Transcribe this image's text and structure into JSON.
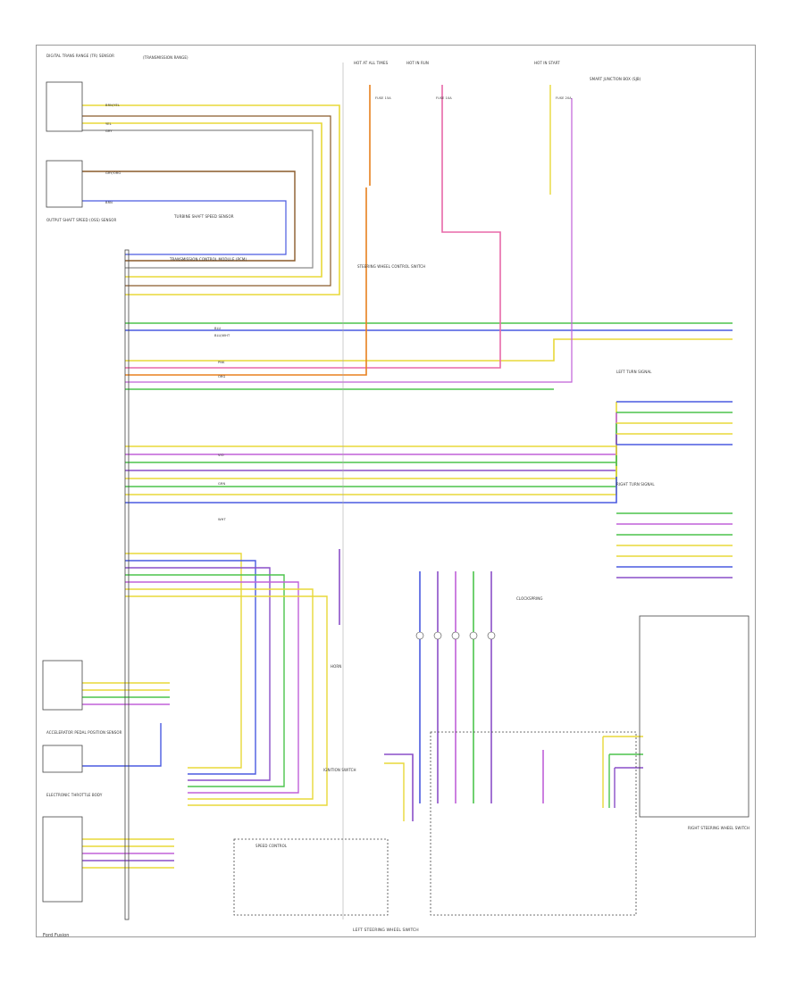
{
  "page": {
    "footer_left": "Ford Fusion",
    "bottom_title": "LEFT STEERING WHEEL SWITCH"
  },
  "components": {
    "tr_sensor": "DIGITAL TRANS RANGE (TR) SENSOR",
    "trans_range": "(TRANSMISSION RANGE)",
    "output_shaft": "OUTPUT SHAFT SPEED (OSS) SENSOR",
    "turbine_speed": "TURBINE SHAFT SPEED SENSOR",
    "tcm": "TRANSMISSION CONTROL MODULE (PCM)",
    "steering_wheel_ctrl": "STEERING WHEEL CONTROL SWITCH",
    "clockspring": "CLOCKSPRING",
    "right_steering_wheel": "RIGHT STEERING WHEEL SWITCH",
    "left_turn": "LEFT TURN SIGNAL",
    "right_turn": "RIGHT TURN SIGNAL",
    "electronic_throttle": "ELECTRONIC THROTTLE BODY",
    "throttle_pedal": "ACCELERATOR PEDAL POSITION SENSOR",
    "speed_control": "SPEED CONTROL",
    "horn": "HORN",
    "ignition_sw": "IGNITION SWITCH",
    "smart_junction": "SMART JUNCTION BOX (SJB)",
    "hot_at_all": "HOT AT ALL TIMES",
    "hot_in_run": "HOT IN RUN",
    "hot_in_start": "HOT IN START",
    "fuse_15a": "FUSE 15A",
    "fuse_10a": "FUSE 10A",
    "fuse_20a": "FUSE 20A"
  },
  "wire_colors": {
    "brn_yel": "BRN/YEL",
    "yel": "YEL",
    "gry": "GRY",
    "gry_org": "GRY/ORG",
    "brn": "BRN",
    "blu": "BLU",
    "blu_wht": "BLU/WHT",
    "vio": "VIO",
    "wht": "WHT",
    "grn": "GRN",
    "org": "ORG",
    "pnk": "PNK"
  },
  "colors": {
    "yellow": "#e8d838",
    "purple": "#8a4fc8",
    "violet": "#c060d8",
    "green": "#4cc44c",
    "blue": "#4a5ae0",
    "orange": "#e8801e",
    "pink": "#e868a8",
    "brown": "#8a5a2a",
    "gray": "#8a8a8a",
    "black": "#333333"
  }
}
